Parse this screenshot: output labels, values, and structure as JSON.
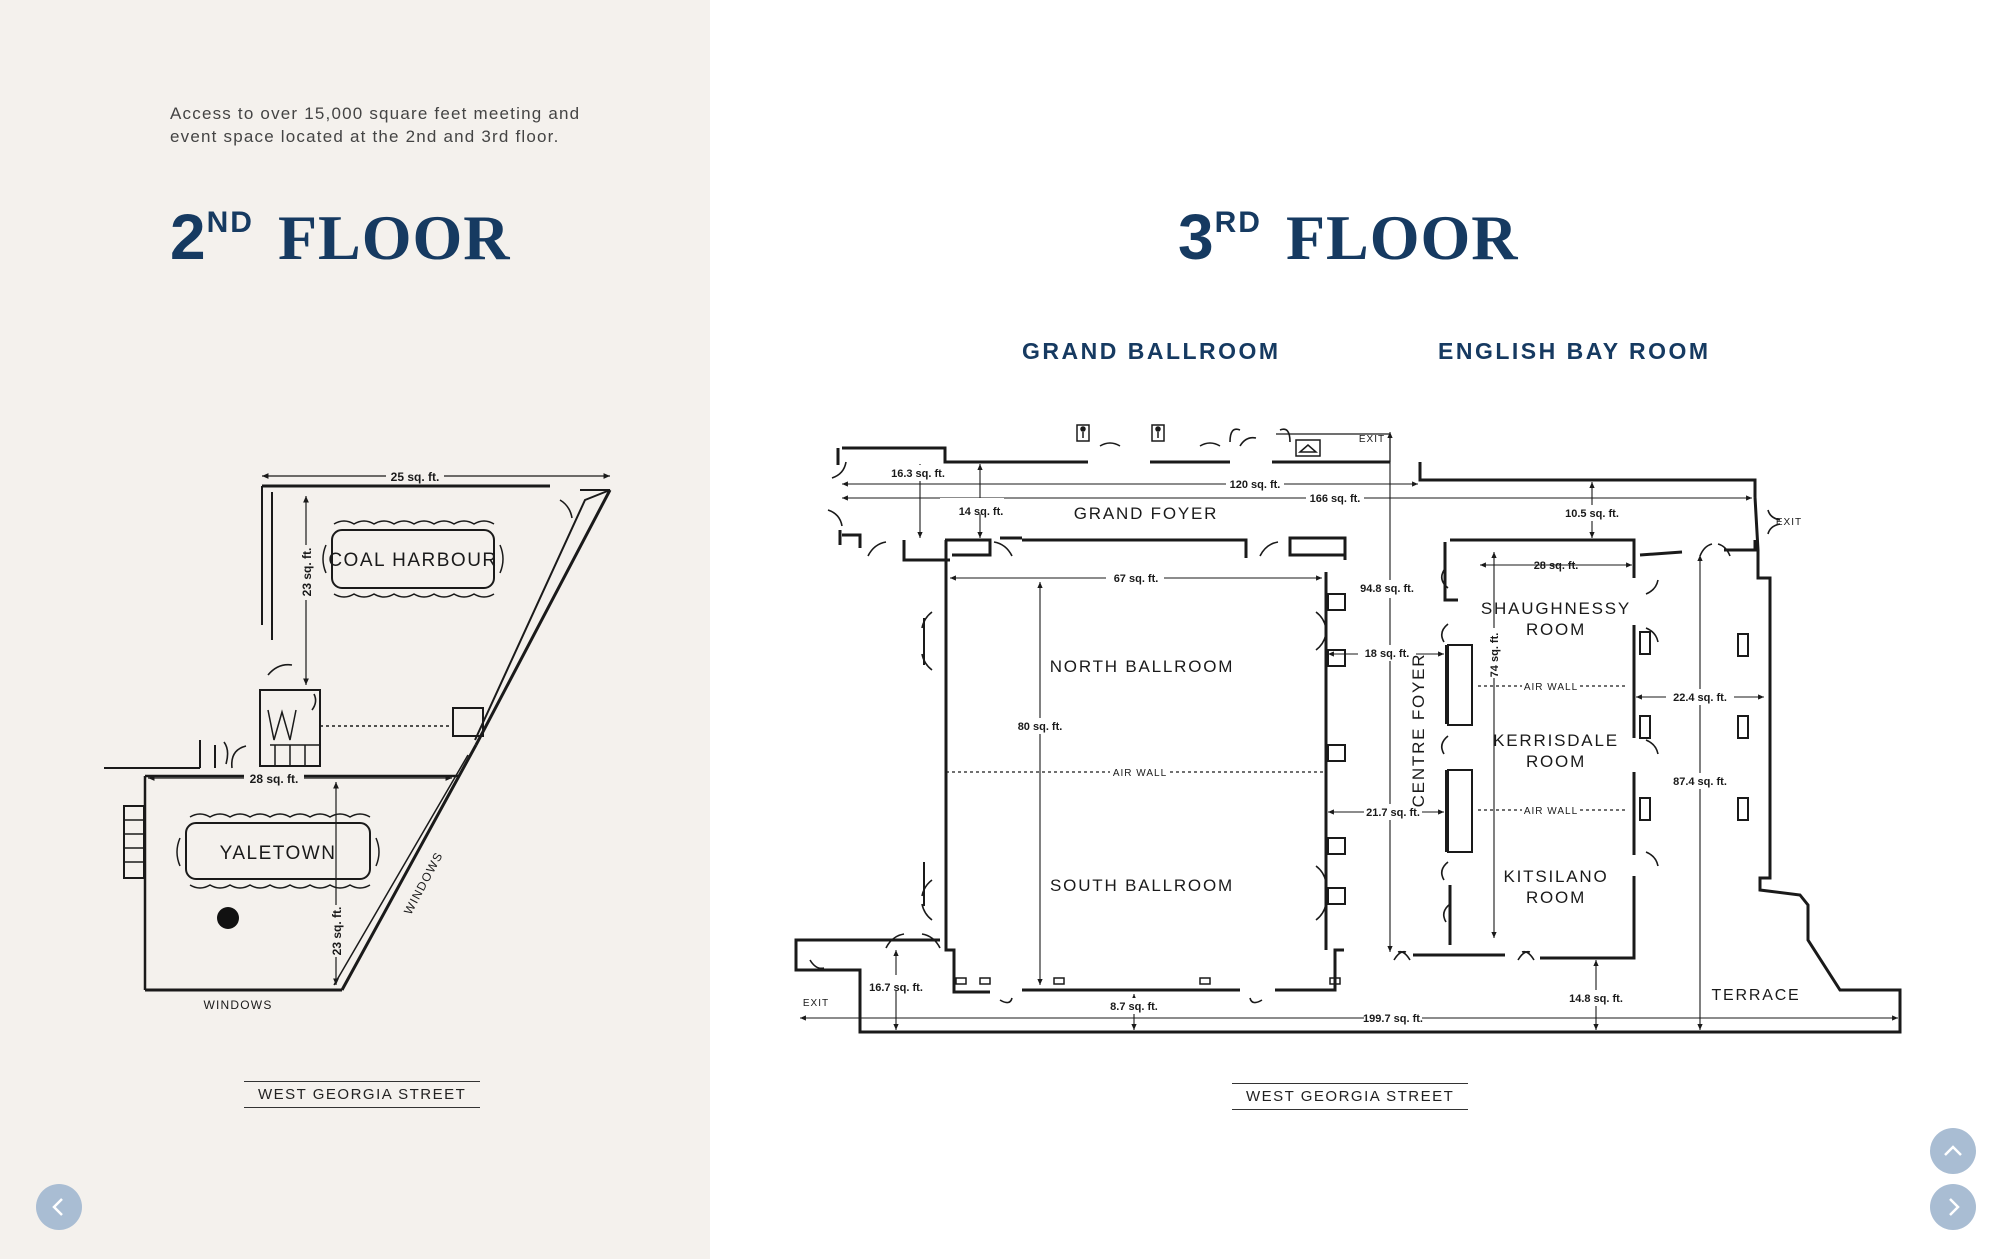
{
  "intro_text": "Access to over 15,000 square feet meeting and event space located at the 2nd and 3rd floor.",
  "floor2": {
    "title_num": "2",
    "title_sup": "ND",
    "title_word": "FLOOR",
    "street": "WEST GEORGIA STREET",
    "rooms": {
      "coal_harbour": "COAL HARBOUR",
      "yaletown": "YALETOWN"
    },
    "dims": {
      "top_width": "25 sq. ft.",
      "coal_height": "23 sq. ft.",
      "mid_width": "28 sq. ft.",
      "yale_height": "23 sq. ft."
    },
    "labels": {
      "windows_diag": "WINDOWS",
      "windows_bottom": "WINDOWS"
    }
  },
  "floor3": {
    "title_num": "3",
    "title_sup": "RD",
    "title_word": "FLOOR",
    "street": "WEST GEORGIA STREET",
    "sections": {
      "grand_ballroom": "GRAND BALLROOM",
      "english_bay": "ENGLISH BAY ROOM"
    },
    "rooms": {
      "grand_foyer": "GRAND FOYER",
      "north_ballroom": "NORTH BALLROOM",
      "south_ballroom": "SOUTH BALLROOM",
      "centre_foyer": "CENTRE FOYER",
      "shaughnessy_1": "SHAUGHNESSY",
      "shaughnessy_2": "ROOM",
      "kerrisdale_1": "KERRISDALE",
      "kerrisdale_2": "ROOM",
      "kitsilano_1": "KITSILANO",
      "kitsilano_2": "ROOM",
      "terrace": "TERRACE"
    },
    "labels": {
      "air_wall": "AIR WALL",
      "exit": "EXIT"
    },
    "dims": {
      "d16_3": "16.3 sq. ft.",
      "d120": "120 sq. ft.",
      "d166": "166 sq. ft.",
      "d14": "14 sq. ft.",
      "d10_5": "10.5 sq. ft.",
      "d67": "67 sq. ft.",
      "d94_8": "94.8 sq. ft.",
      "d28": "28 sq. ft.",
      "d18": "18 sq. ft.",
      "d74": "74 sq. ft.",
      "d80": "80 sq. ft.",
      "d22_4": "22.4 sq. ft.",
      "d87_4": "87.4 sq. ft.",
      "d21_7": "21.7 sq. ft.",
      "d16_7": "16.7 sq. ft.",
      "d8_7": "8.7 sq. ft.",
      "d199_7": "199.7 sq. ft.",
      "d14_8": "14.8 sq. ft."
    }
  },
  "colors": {
    "navy": "#163a61",
    "panel": "#f4f1ed",
    "nav_button": "#a9bdd3",
    "line": "#1a1a1a"
  },
  "icons": [
    "restroom-icon",
    "coat-check-icon",
    "door-swing-icon",
    "chevron-left-icon",
    "chevron-right-icon",
    "chevron-up-icon"
  ]
}
